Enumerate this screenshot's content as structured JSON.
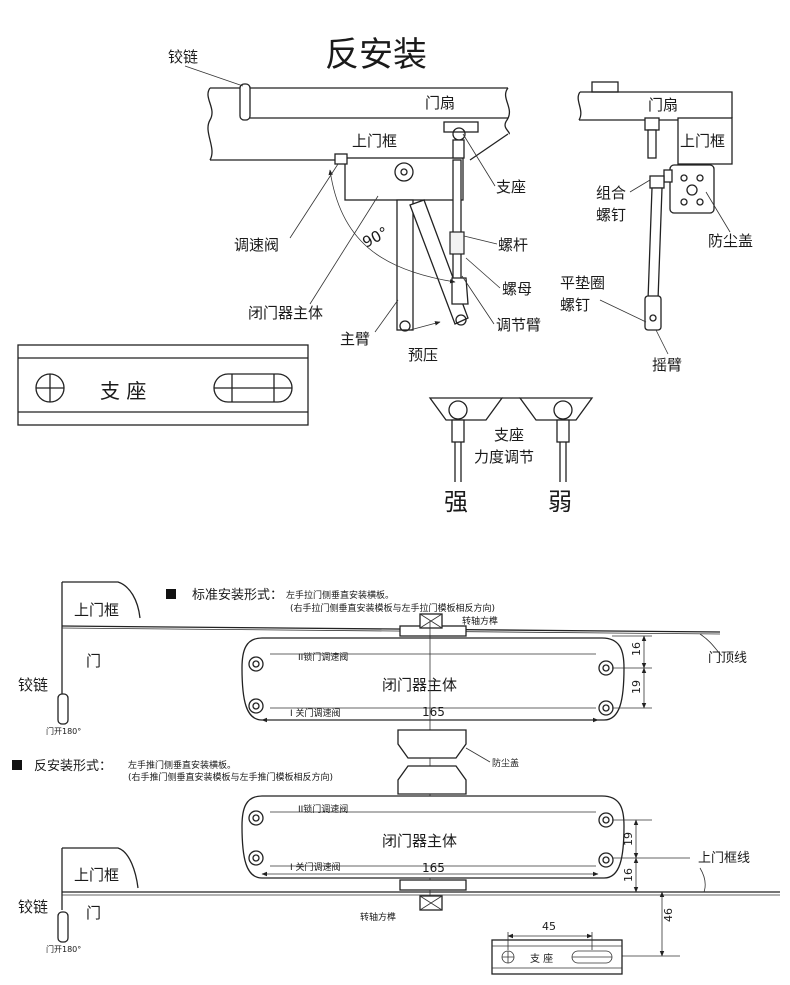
{
  "top": {
    "title": "反安装",
    "labels": {
      "hinge": "铰链",
      "door_leaf": "门扇",
      "upper_frame": "上门框",
      "bracket": "支座",
      "speed_valve": "调速阀",
      "screw_rod": "螺杆",
      "nut": "螺母",
      "body": "闭门器主体",
      "adjust_arm": "调节臂",
      "main_arm": "主臂",
      "preload": "预压",
      "angle": "90°"
    },
    "side": {
      "door_leaf": "门扇",
      "upper_frame": "上门框",
      "combo_screw_1": "组合",
      "combo_screw_2": "螺钉",
      "dust_cover": "防尘盖",
      "washer_screw_1": "平垫圈",
      "washer_screw_2": "螺钉",
      "swing_arm": "摇臂"
    },
    "bracket_plate": {
      "label": "支  座"
    },
    "force": {
      "label_1": "支座",
      "label_2": "力度调节",
      "strong": "强",
      "weak": "弱"
    }
  },
  "bottom": {
    "standard": {
      "title": "标准安装形式：",
      "note_1": "左手拉门侧垂直安装横板。",
      "note_2": "(右手拉门侧垂直安装模板与左手拉门模板相反方向)"
    },
    "reverse": {
      "title": "反安装形式：",
      "note_1": "左手推门侧垂直安装横板。",
      "note_2": "(右手推门侧垂直安装模板与左手推门模板相反方向)"
    },
    "labels": {
      "upper_frame": "上门框",
      "door": "门",
      "hinge": "铰链",
      "open_180": "门开180°",
      "shaft": "转轴方榫",
      "door_top_line": "门顶线",
      "lock_valve": "II锁门调速阀",
      "close_valve": "I 关门调速阀",
      "body": "闭门器主体",
      "dust_cover": "防尘盖",
      "frame_line": "上门框线",
      "bracket": "支  座"
    },
    "dims": {
      "d165": "165",
      "d16": "16",
      "d19": "19",
      "d46": "46",
      "d45": "45"
    }
  }
}
